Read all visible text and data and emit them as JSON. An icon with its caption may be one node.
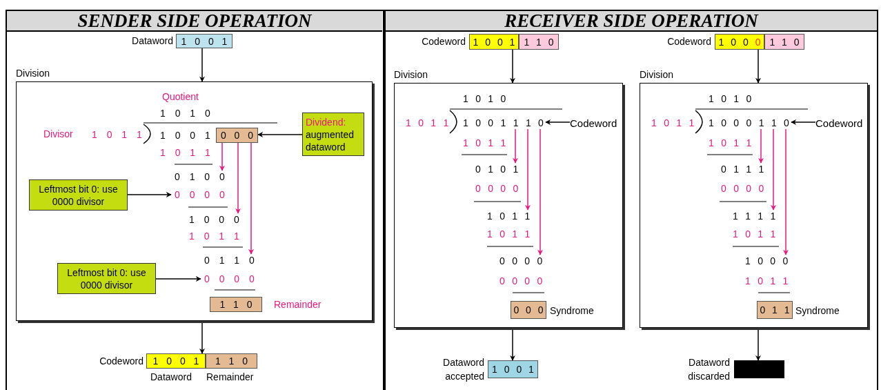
{
  "diagram": {
    "nodes": [
      {
        "text": [
          "SENDER SIDE OPERATION"
        ]
      },
      {
        "text": [
          "1 0 0 1"
        ],
        "beside": [
          "Dataword"
        ]
      },
      {
        "text": [
          "Division"
        ]
      },
      {
        "text": [
          "0 0 0"
        ],
        "in": 2
      },
      {
        "text": [
          "Dividend:",
          "augmented dataword"
        ],
        "in": 2
      },
      {
        "text": [
          "Leftmost bit 0: use 0000 divisor"
        ],
        "in": 2
      },
      {
        "text": [
          "0 1 0 0"
        ],
        "in": 2
      },
      {
        "text": [
          "0 0 0 0"
        ],
        "in": 2
      },
      {
        "text": [
          "1 0 0 0"
        ],
        "in": 2
      },
      {
        "text": [
          "Leftmost bit 0: use 0000 divisor"
        ],
        "in": 2
      },
      {
        "text": [
          "0 1 1 0"
        ],
        "in": 2
      },
      {
        "text": [
          "0 0 0 0"
        ],
        "in": 2
      },
      {
        "text": [
          "1 1 0"
        ],
        "in": 2,
        "beside": [
          "Remainder"
        ]
      },
      {
        "text": [
          "1 0 0 1"
        ],
        "beside": [
          "Codeword",
          "Dataword"
        ]
      },
      {
        "text": [
          "1 1 0"
        ],
        "beside": [
          "Remainder"
        ]
      },
      {
        "text": [
          "RECEIVER SIDE OPERATION"
        ]
      },
      {
        "text": [
          "1 0 0 1"
        ],
        "beside": [
          "Codeword"
        ]
      },
      {
        "text": [
          "1 1 0"
        ]
      },
      {
        "text": [
          "Division"
        ]
      },
      {
        "text": [
          "1 0 0 1 1 1 0"
        ],
        "in": 18
      },
      {
        "text": [
          "Codeword"
        ],
        "in": 18
      },
      {
        "text": [
          "0 1 0 1"
        ],
        "in": 18
      },
      {
        "text": [
          "1 0 1 1"
        ],
        "in": 18
      },
      {
        "text": [
          "0 0 0 0"
        ],
        "in": 18
      },
      {
        "text": [
          "0 0 0"
        ],
        "in": 18,
        "beside": [
          "Syndrome"
        ]
      },
      {
        "text": [
          "1 0 0 1"
        ],
        "beside": [
          "Dataword accepted"
        ]
      },
      {
        "text": [
          "1 0 0",
          "0"
        ],
        "beside": [
          "Codeword"
        ]
      },
      {
        "text": [
          "1 1 0"
        ]
      },
      {
        "text": [
          "Division"
        ]
      },
      {
        "text": [
          "1 0 0 0 1 1 0"
        ],
        "in": 28
      },
      {
        "text": [
          "Codeword"
        ],
        "in": 28
      },
      {
        "text": [
          "0 1 1 1"
        ],
        "in": 28
      },
      {
        "text": [
          "1 1 1 1"
        ],
        "in": 28
      },
      {
        "text": [
          "1 0 0 0"
        ],
        "in": 28
      },
      {
        "text": [
          "0 1 1"
        ],
        "in": 28,
        "beside": [
          "Syndrome"
        ]
      },
      {
        "text": [],
        "shape": "box",
        "beside": [
          "Dataword discarded"
        ]
      }
    ],
    "edges": [
      {
        "from": 1,
        "to": 2,
        "arrow": "to"
      },
      {
        "from": 4,
        "to": 3,
        "arrow": "to"
      },
      {
        "from": 5,
        "to": 7,
        "arrow": "to"
      },
      {
        "from": 3,
        "to": 6,
        "arrow": "to",
        "color": "#e8177d"
      },
      {
        "from": 3,
        "to": 8,
        "arrow": "to",
        "color": "#e8177d"
      },
      {
        "from": 3,
        "to": 10,
        "arrow": "to",
        "color": "#e8177d"
      },
      {
        "from": 9,
        "to": 11,
        "arrow": "to"
      },
      {
        "from": 2,
        "to": 13,
        "arrow": "to"
      },
      {
        "from": 16,
        "to": 18,
        "arrow": "to"
      },
      {
        "from": 20,
        "to": 19,
        "arrow": "to"
      },
      {
        "from": 19,
        "to": 21,
        "arrow": "to",
        "color": "#e8177d"
      },
      {
        "from": 19,
        "to": 22,
        "arrow": "to",
        "color": "#e8177d"
      },
      {
        "from": 19,
        "to": 23,
        "arrow": "to",
        "color": "#e8177d"
      },
      {
        "from": 18,
        "to": 25,
        "arrow": "to"
      },
      {
        "from": 26,
        "to": 28,
        "arrow": "to"
      },
      {
        "from": 30,
        "to": 29,
        "arrow": "to"
      },
      {
        "from": 29,
        "to": 31,
        "arrow": "to",
        "color": "#e8177d"
      },
      {
        "from": 29,
        "to": 32,
        "arrow": "to",
        "color": "#e8177d"
      },
      {
        "from": 29,
        "to": 33,
        "arrow": "to",
        "color": "#e8177d"
      },
      {
        "from": 28,
        "to": 35,
        "arrow": "to"
      }
    ],
    "labels": [
      "Quotient",
      "1 0 1 0",
      "Divisor",
      "1 0 1 1",
      "1 0 0 1",
      "1 0 1 1",
      "1 0 1 1",
      "1 0 1 0",
      "1 0 1 1",
      "1 0 1 1",
      "0 0 0 0",
      "1 0 1 1",
      "0 0 0 0",
      "1 0 1 0",
      "1 0 1 1",
      "1 0 1 1",
      "0 0 0 0",
      "1 0 1 1",
      "1 0 1 1"
    ]
  }
}
